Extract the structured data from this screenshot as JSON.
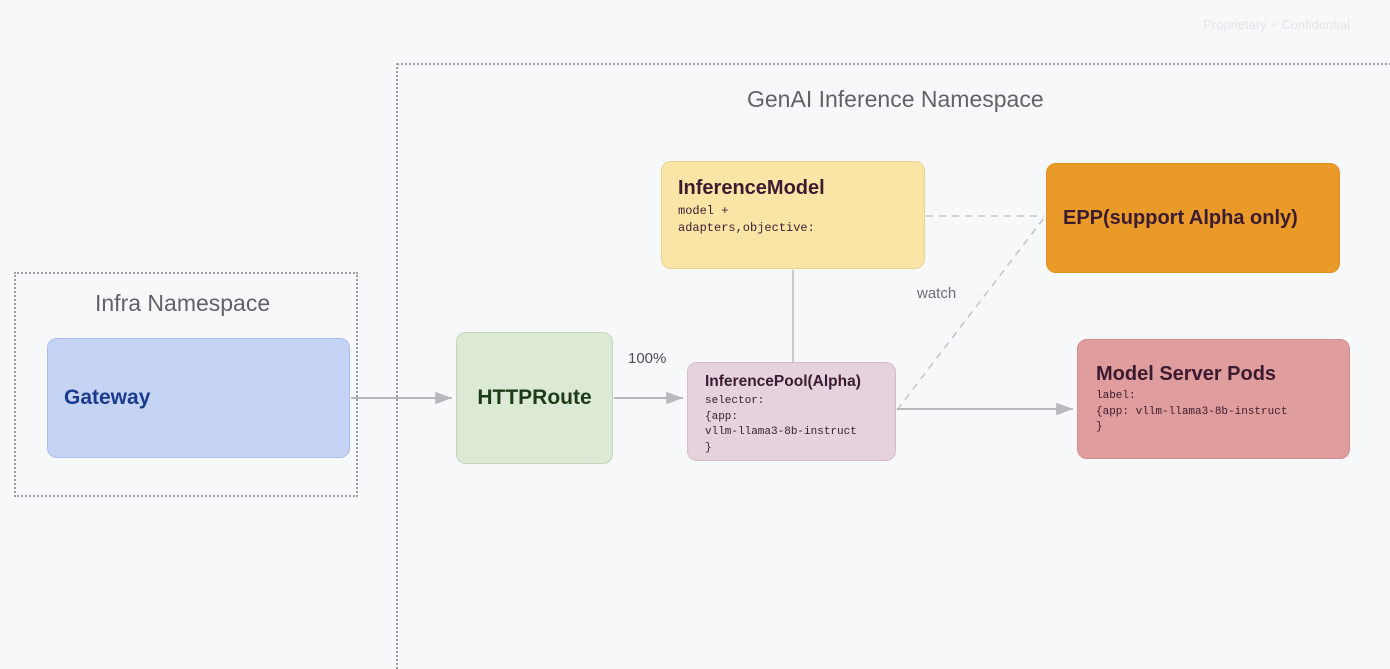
{
  "watermark": "Proprietary + Confidential",
  "namespaces": [
    {
      "id": "genai",
      "title": "GenAI Inference Namespace"
    },
    {
      "id": "infra",
      "title": "Infra Namespace"
    }
  ],
  "nodes": {
    "gateway": {
      "title": "Gateway",
      "color": "#C5D3F5",
      "text_color": "#1B3C8C"
    },
    "httproute": {
      "title": "HTTPRoute",
      "color": "#DCE9D5",
      "text_color": "#1D3B16"
    },
    "inference_model": {
      "title": "InferenceModel",
      "line1": "model +",
      "line2": "adapters,objective:",
      "color": "#F9E5A6",
      "text_color": "#3C1B30"
    },
    "epp": {
      "title": "EPP(support Alpha only)",
      "color": "#E99A28",
      "text_color": "#3C1B30"
    },
    "inference_pool": {
      "title": "InferencePool(Alpha)",
      "line1": "selector:",
      "line2": "{app:",
      "line3": "vllm-llama3-8b-instruct",
      "line4": "}",
      "color": "#E5D2DC",
      "text_color": "#3C1B30"
    },
    "model_server_pods": {
      "title": "Model Server Pods",
      "line1": "label:",
      "line2": "{app: vllm-llama3-8b-instruct",
      "line3": "}",
      "color": "#DF9D9D",
      "text_color": "#3C1B30"
    }
  },
  "edges": {
    "gateway_to_httproute": {
      "label": ""
    },
    "httproute_to_pool": {
      "label": "100%"
    },
    "model_to_epp": {
      "label": ""
    },
    "pool_to_epp": {
      "label": "watch"
    },
    "pool_to_pods": {
      "label": ""
    }
  },
  "colors": {
    "background": "#F7F8FA",
    "edge": "#B6B8BD",
    "dashed_edge": "#C3C5CA",
    "namespace_border": "#9AA0A6",
    "namespace_title": "#5F6368"
  }
}
